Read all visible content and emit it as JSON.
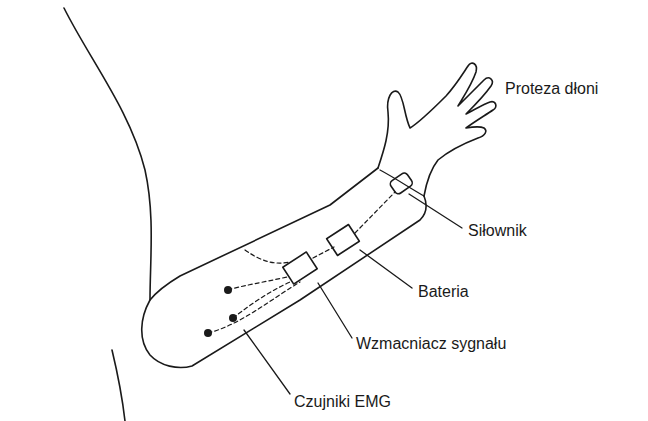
{
  "diagram": {
    "labels": [
      "Proteza dłoni",
      "Siłownik",
      "Bateria",
      "Wzmacniacz sygnału",
      "Czujniki EMG"
    ]
  }
}
